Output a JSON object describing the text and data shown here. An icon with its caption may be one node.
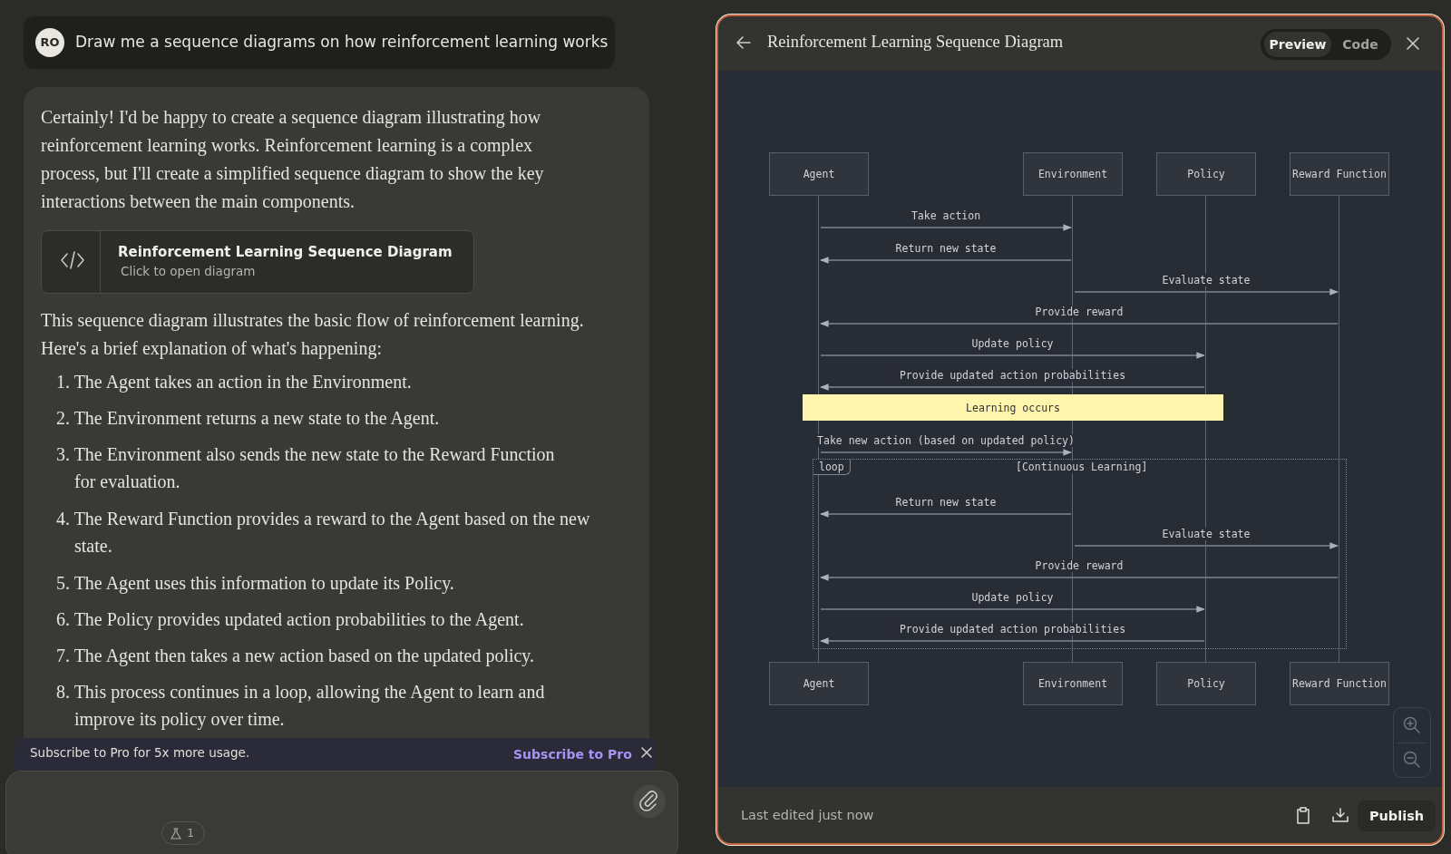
{
  "diagram": {
    "title": "Reinforcement Learning Sequence Diagram",
    "nodes": [
      {
        "text": [
          "Agent"
        ]
      },
      {
        "text": [
          "Environment"
        ]
      },
      {
        "text": [
          "Policy"
        ]
      },
      {
        "text": [
          "Reward Function"
        ]
      },
      {
        "text": [],
        "shape": "bar"
      },
      {
        "text": [],
        "shape": "bar"
      },
      {
        "text": [],
        "shape": "bar"
      },
      {
        "text": [],
        "shape": "bar"
      },
      {
        "text": [
          "Learning occurs"
        ]
      },
      {
        "text": [
          "Agent"
        ]
      },
      {
        "text": [
          "Environment"
        ]
      },
      {
        "text": [
          "Policy"
        ]
      },
      {
        "text": [
          "Reward Function"
        ]
      }
    ],
    "edges": [
      {
        "from": 4,
        "to": 5,
        "arrow": "to",
        "label": "Take action"
      },
      {
        "from": 5,
        "to": 4,
        "arrow": "to",
        "label": "Return new state"
      },
      {
        "from": 5,
        "to": 7,
        "arrow": "to",
        "label": "Evaluate state"
      },
      {
        "from": 7,
        "to": 4,
        "arrow": "to",
        "label": "Provide reward"
      },
      {
        "from": 4,
        "to": 6,
        "arrow": "to",
        "label": "Update policy"
      },
      {
        "from": 6,
        "to": 4,
        "arrow": "to",
        "label": "Provide updated action probabilities"
      },
      {
        "from": 4,
        "to": 5,
        "arrow": "to",
        "label": "Take new action (based on updated policy)"
      },
      {
        "from": 5,
        "to": 4,
        "arrow": "to",
        "label": "Return new state"
      },
      {
        "from": 5,
        "to": 7,
        "arrow": "to",
        "label": "Evaluate state"
      },
      {
        "from": 7,
        "to": 4,
        "arrow": "to",
        "label": "Provide reward"
      },
      {
        "from": 4,
        "to": 6,
        "arrow": "to",
        "label": "Update policy"
      },
      {
        "from": 6,
        "to": 4,
        "arrow": "to",
        "label": "Provide updated action probabilities"
      }
    ],
    "labels": [
      "RO",
      "Draw me a sequence diagrams on how reinforcement learning works",
      "Certainly! I'd be happy to create a sequence diagram illustrating how reinforcement learning works. Reinforcement learning is a complex process, but I'll create a simplified sequence diagram to show the key interactions between the main components.",
      "Reinforcement Learning Sequence Diagram",
      "Click to open diagram",
      "This sequence diagram illustrates the basic flow of reinforcement learning. Here's a brief explanation of what's happening:",
      "1. The Agent takes an action in the Environment.",
      "2. The Environment returns a new state to the Agent.",
      "3. The Environment also sends the new state to the Reward Function for evaluation.",
      "4. The Reward Function provides a reward to the Agent based on the new state.",
      "5. The Agent uses this information to update its Policy.",
      "6. The Policy provides updated action probabilities to the Agent.",
      "7. The Agent then takes a new action based on the updated policy.",
      "8. This process continues in a loop, allowing the Agent to learn and improve its policy over time.",
      "Subscribe to Pro for 5x more usage.",
      "Subscribe to Pro",
      "1",
      "Preview",
      "Code",
      "Last edited just now",
      "Publish",
      "loop",
      "[Continuous Learning]"
    ]
  }
}
